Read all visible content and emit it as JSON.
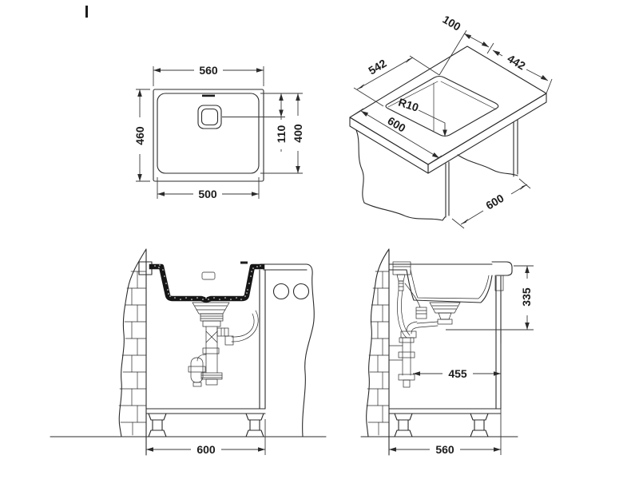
{
  "drawing": {
    "type": "sink-installation-technical-drawing",
    "line_color": "#2b2b2b",
    "background": "#ffffff"
  },
  "views": {
    "plan_top": {
      "dims": {
        "overall_width": "560",
        "overall_depth": "460",
        "bowl_width": "500",
        "drain_center_offset": "110",
        "bowl_depth": "400"
      }
    },
    "isometric": {
      "dims": {
        "rear_edge_offset": "100",
        "cutout_width": "442",
        "cutout_depth": "542",
        "cutout_corner_radius": "R10",
        "worktop_width": "600",
        "worktop_depth": "600"
      }
    },
    "section_front": {
      "dims": {
        "cabinet_width": "600"
      }
    },
    "section_side": {
      "dims": {
        "worktop_to_waste": "335",
        "waste_to_front": "455",
        "cabinet_depth": "560"
      }
    }
  }
}
